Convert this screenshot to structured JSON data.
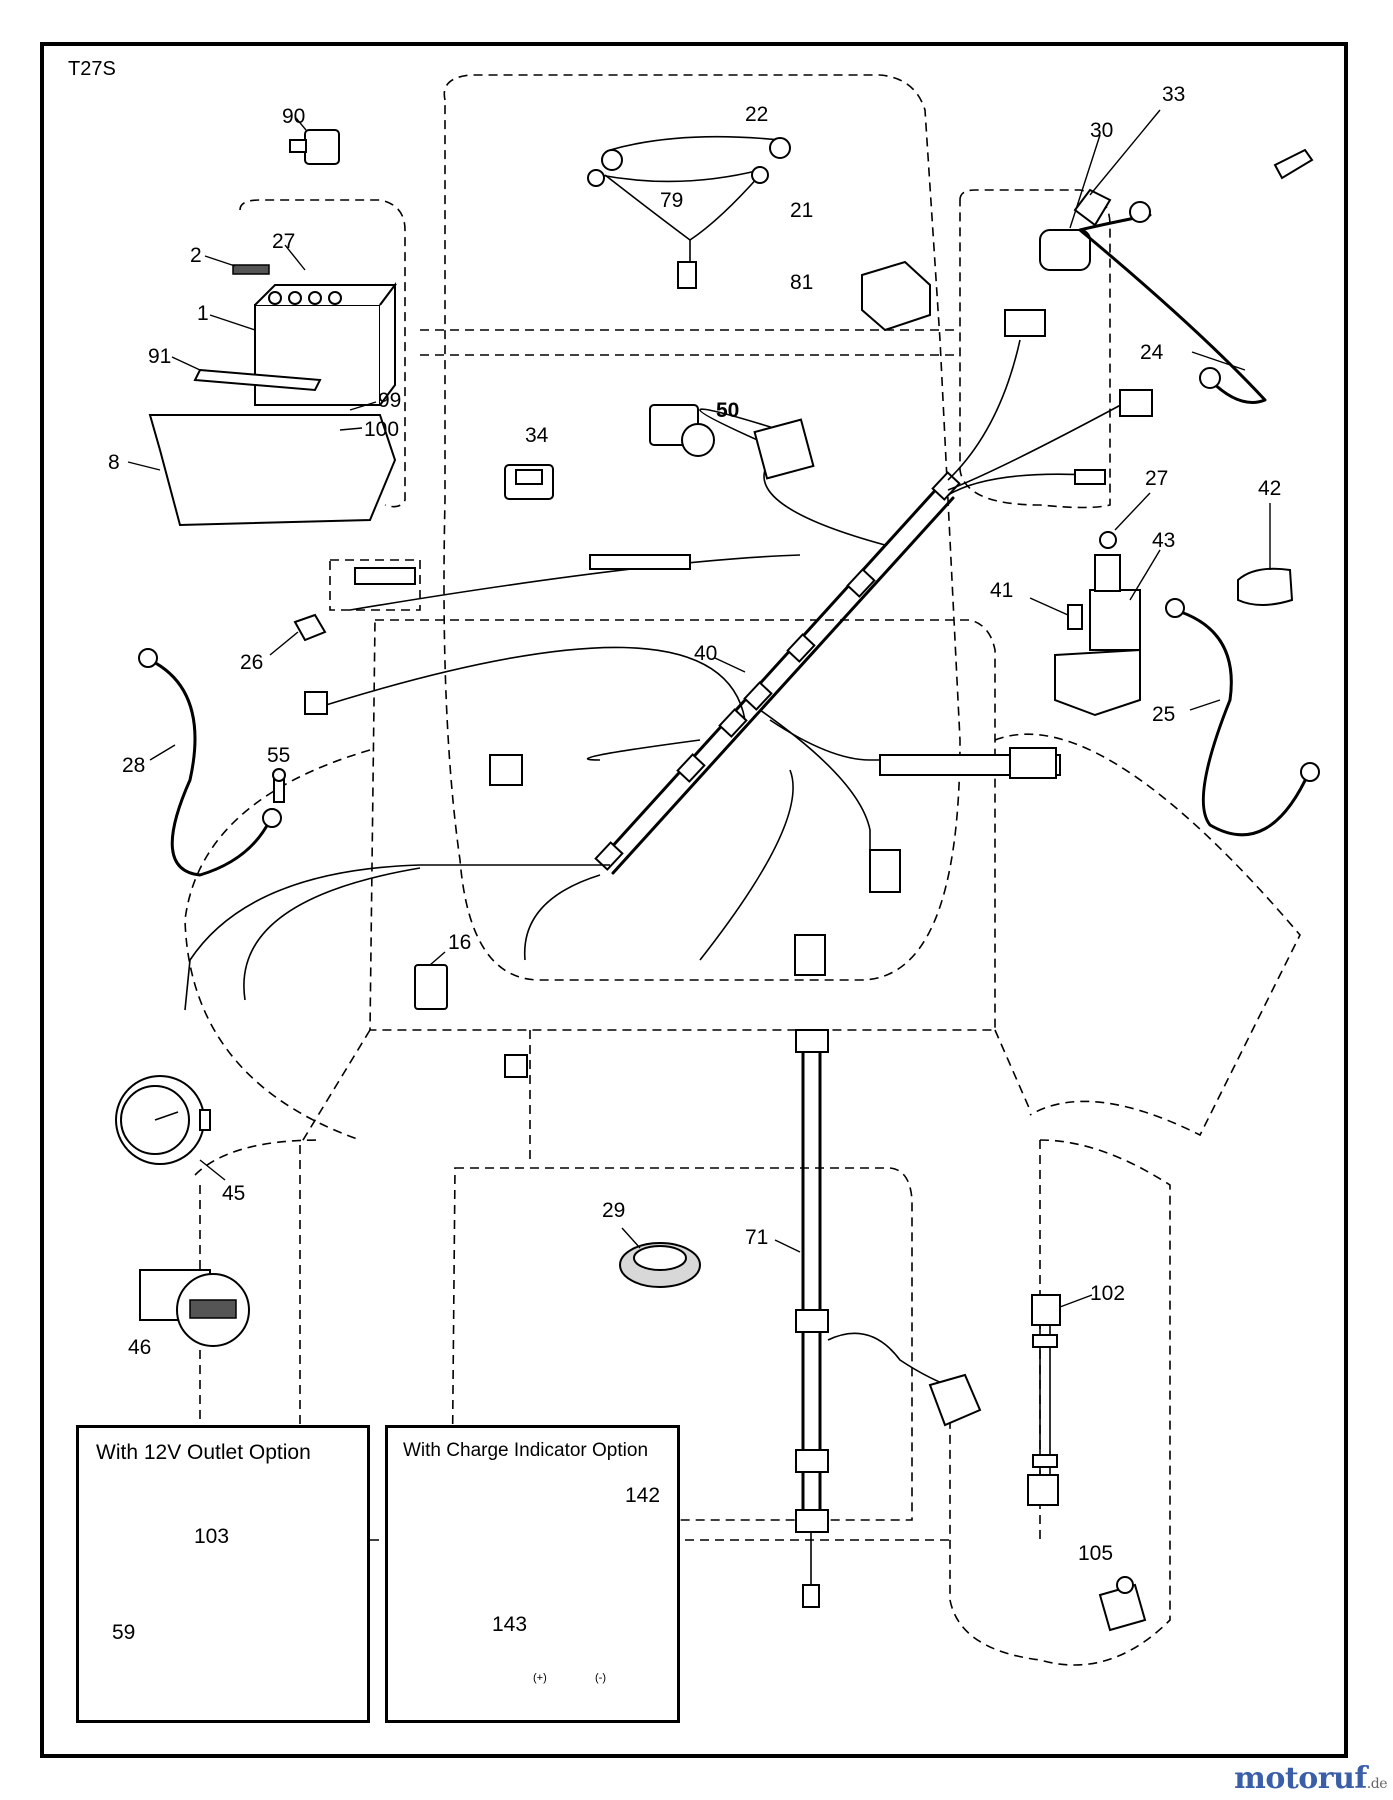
{
  "sheet_code": "T27S",
  "callouts": {
    "c90": "90",
    "c22": "22",
    "c33": "33",
    "c30": "30",
    "c79": "79",
    "c21": "21",
    "c2": "2",
    "c27a": "27",
    "c1": "1",
    "c81": "81",
    "c24": "24",
    "c91": "91",
    "c50": "50",
    "c99": "99",
    "c100": "100",
    "c8": "8",
    "c34": "34",
    "c27b": "27",
    "c42": "42",
    "c43": "43",
    "c41": "41",
    "c26": "26",
    "c40": "40",
    "c25": "25",
    "c28": "28",
    "c55": "55",
    "c16": "16",
    "c45": "45",
    "c29": "29",
    "c71": "71",
    "c46": "46",
    "c102": "102",
    "c103": "103",
    "c142": "142",
    "c143": "143",
    "c59": "59",
    "c105": "105"
  },
  "insets": {
    "outlet_title": "With 12V Outlet Option",
    "charge_title": "With Charge Indicator Option",
    "plus": "(+)",
    "minus": "(-)"
  },
  "watermark": {
    "brand": "motoruf",
    "tld": ".de"
  }
}
